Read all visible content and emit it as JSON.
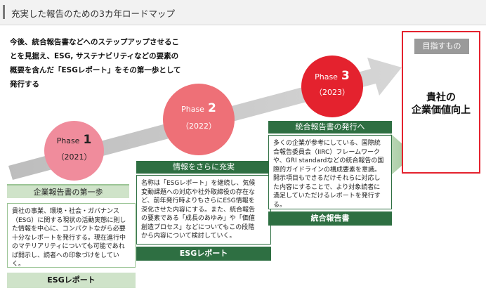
{
  "header": {
    "title": "充実した報告のための3カ年ロードマップ"
  },
  "intro": {
    "lines": [
      "今後、統合報告書などへのステップアップさせるこ",
      "とを見据え、ESG, サステナビリティなどの要素の",
      "概要を含んだ「ESGレポート」をその第一歩として",
      "発行する"
    ]
  },
  "phases": [
    {
      "word": "Phase",
      "number": "1",
      "year": "（2021）"
    },
    {
      "word": "Phase",
      "number": "2",
      "year": "（2022）"
    },
    {
      "word": "Phase",
      "number": "3",
      "year": "（2023）"
    }
  ],
  "stages": [
    {
      "heading": "企業報告書の第一歩",
      "lines": [
        "貴社の事業、環境・社会・ガバナンス",
        "（ESG）に関する現状の活動実態に則し",
        "た情報を中心に、コンパクトながら必要",
        "十分なレポートを発行する。現在進行中",
        "のマテリアリティについても可能であれ",
        "ば開示し、読者への印象づけをしていく。"
      ],
      "footer": "ESGレポート"
    },
    {
      "heading": "情報をさらに充実",
      "lines": [
        "名称は「ESGレポート」を継続し、気候",
        "変動課題への対応や社外取締役の存在な",
        "ど、前年発行時よりもさらにESG情報を",
        "深化させた内容にする。また、統合報告",
        "の要素である「成長のあゆみ」や「価値",
        "創造プロセス」などについてもこの段階",
        "から内容について検討していく。"
      ],
      "footer": "ESGレポート"
    },
    {
      "heading": "統合報告書の発行へ",
      "lines": [
        "多くの企業が参考にしている、国際統",
        "合報告委員会（IIRC）フレームワーク",
        "や、GRI standardなどの統合報告の国",
        "際的ガイドラインの構成要素を意識。",
        "開示項目もできるだけそれらに対応し",
        "た内容にすることで、より対象読者に",
        "満足していただけるレポートを発行す",
        "る。"
      ],
      "footer": "統合報告書"
    }
  ],
  "goal": {
    "label": "目指すもの",
    "lines": [
      "貴社の",
      "企業価値向上"
    ]
  },
  "colors": {
    "green_dark": "#2e6f42",
    "green_light": "#cfe3c9",
    "phase1": "#f08c9c",
    "phase2": "#ee7077",
    "phase3": "#e4222e",
    "goal_border": "#e4222e",
    "arrow_gray": "#c8c8c8"
  }
}
